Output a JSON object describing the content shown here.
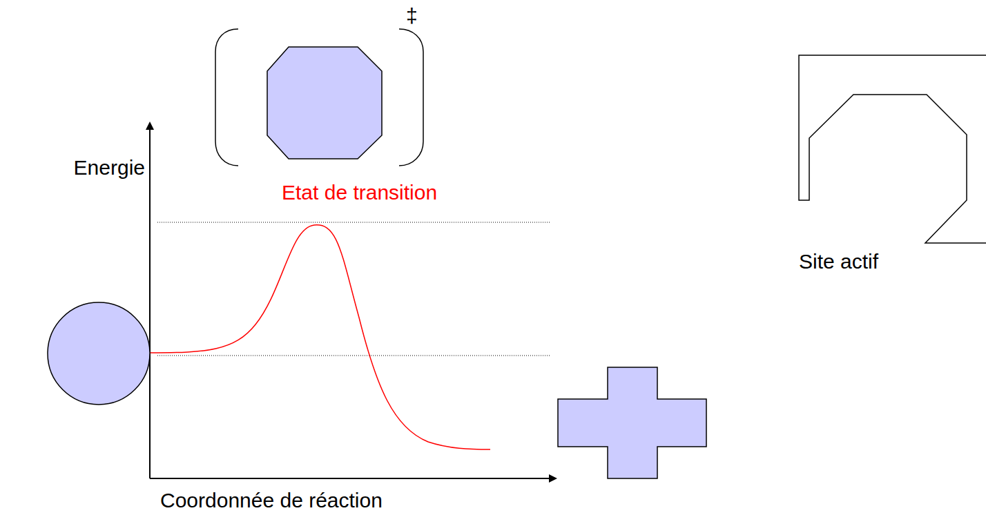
{
  "diagram": {
    "nodes": [
      {
        "text": [
          "Etat de transition"
        ]
      },
      {
        "text": [
          "Site actif"
        ]
      }
    ],
    "labels": [
      "‡",
      "Energie",
      "Coordonnée de réaction"
    ]
  }
}
